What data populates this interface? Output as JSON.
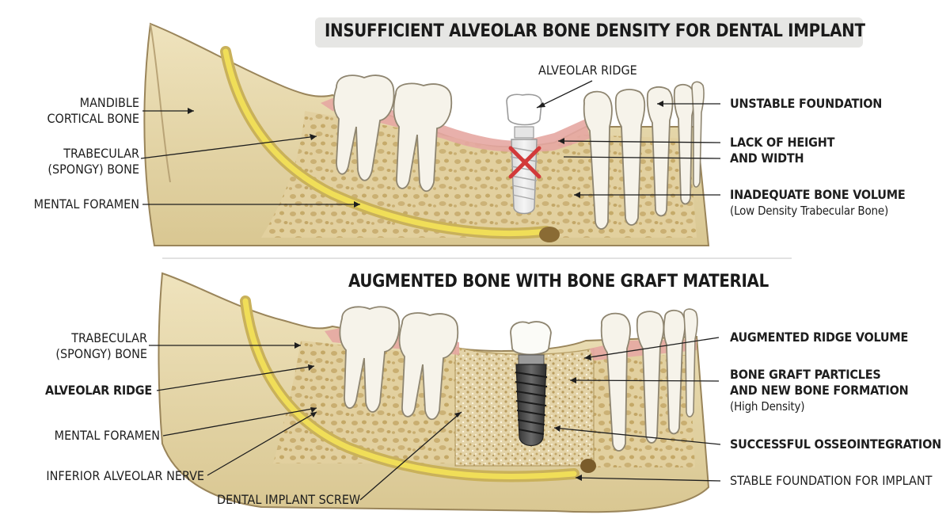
{
  "top_panel": {
    "title": "INSUFFICIENT ALVEOLAR BONE DENSITY FOR DENTAL IMPLANT",
    "labels": {
      "alveolar_ridge": "ALVEOLAR RIDGE",
      "mandible_l1": "MANDIBLE",
      "mandible_l2": "CORTICAL BONE",
      "trabecular_l1": "TRABECULAR",
      "trabecular_l2": "(SPONGY) BONE",
      "mental_foramen": "MENTAL FORAMEN",
      "unstable": "UNSTABLE FOUNDATION",
      "lack_l1": "LACK OF HEIGHT",
      "lack_l2": "AND WIDTH",
      "inadequate": "INADEQUATE BONE VOLUME",
      "inadequate_sub": "(Low Density Trabecular Bone)"
    }
  },
  "bottom_panel": {
    "title": "AUGMENTED BONE WITH BONE GRAFT MATERIAL",
    "labels": {
      "trabecular_l1": "TRABECULAR",
      "trabecular_l2": "(SPONGY) BONE",
      "alveolar_ridge": "ALVEOLAR RIDGE",
      "mental_foramen": "MENTAL FORAMEN",
      "inferior_nerve": "INFERIOR ALVEOLAR NERVE",
      "implant_screw": "DENTAL IMPLANT SCREW",
      "augmented": "AUGMENTED RIDGE VOLUME",
      "graft_l1": "BONE GRAFT PARTICLES",
      "graft_l2": "AND NEW BONE FORMATION",
      "graft_sub": "(High Density)",
      "osseo": "SUCCESSFUL OSSEOINTEGRATION",
      "stable": "STABLE FOUNDATION FOR IMPLANT"
    }
  },
  "colors": {
    "bone": "#e9dcb3",
    "bone_dark": "#cdb985",
    "trabecular": "#d8c48f",
    "nerve": "#e9d64a",
    "gum": "#e6a7a2",
    "tooth": "#f6f3ea",
    "cross": "#d23a3a",
    "graft": "#dccba0",
    "implant": "#4a4a4a"
  }
}
